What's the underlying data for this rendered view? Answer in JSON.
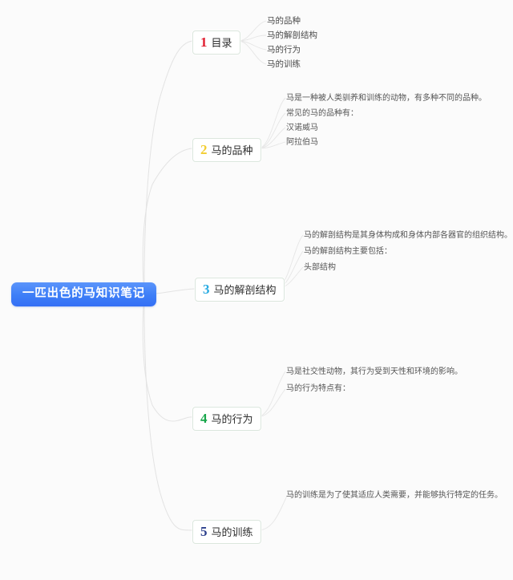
{
  "canvas": {
    "background": "#fbfbfb",
    "connector_color": "#e2e2e2"
  },
  "root": {
    "label": "一匹出色的马知识笔记",
    "color": "#3d7ef7",
    "text_color": "#ffffff"
  },
  "topics": [
    {
      "number": "1",
      "number_color": "#e01c2e",
      "title": "目录",
      "children": [
        {
          "text": "马的品种"
        },
        {
          "text": "马的解剖结构"
        },
        {
          "text": "马的行为"
        },
        {
          "text": "马的训练"
        }
      ]
    },
    {
      "number": "2",
      "number_color": "#f2cd32",
      "title": "马的品种",
      "children": [
        {
          "text": "马是一种被人类驯养和训练的动物，有多种不同的品种。"
        },
        {
          "text": "常见的马的品种有："
        },
        {
          "text": "汉诺威马"
        },
        {
          "text": "阿拉伯马"
        }
      ]
    },
    {
      "number": "3",
      "number_color": "#29abe2",
      "title": "马的解剖结构",
      "children": [
        {
          "text": "马的解剖结构是其身体构成和身体内部各器官的组织结构。"
        },
        {
          "text": "马的解剖结构主要包括："
        },
        {
          "text": "头部结构"
        }
      ]
    },
    {
      "number": "4",
      "number_color": "#17a64a",
      "title": "马的行为",
      "children": [
        {
          "text": "马是社交性动物，其行为受到天性和环境的影响。"
        },
        {
          "text": "马的行为特点有："
        }
      ]
    },
    {
      "number": "5",
      "number_color": "#2b3f8c",
      "title": "马的训练",
      "children": [
        {
          "text": "马的训练是为了使其适应人类需要，并能够执行特定的任务。"
        }
      ]
    }
  ]
}
